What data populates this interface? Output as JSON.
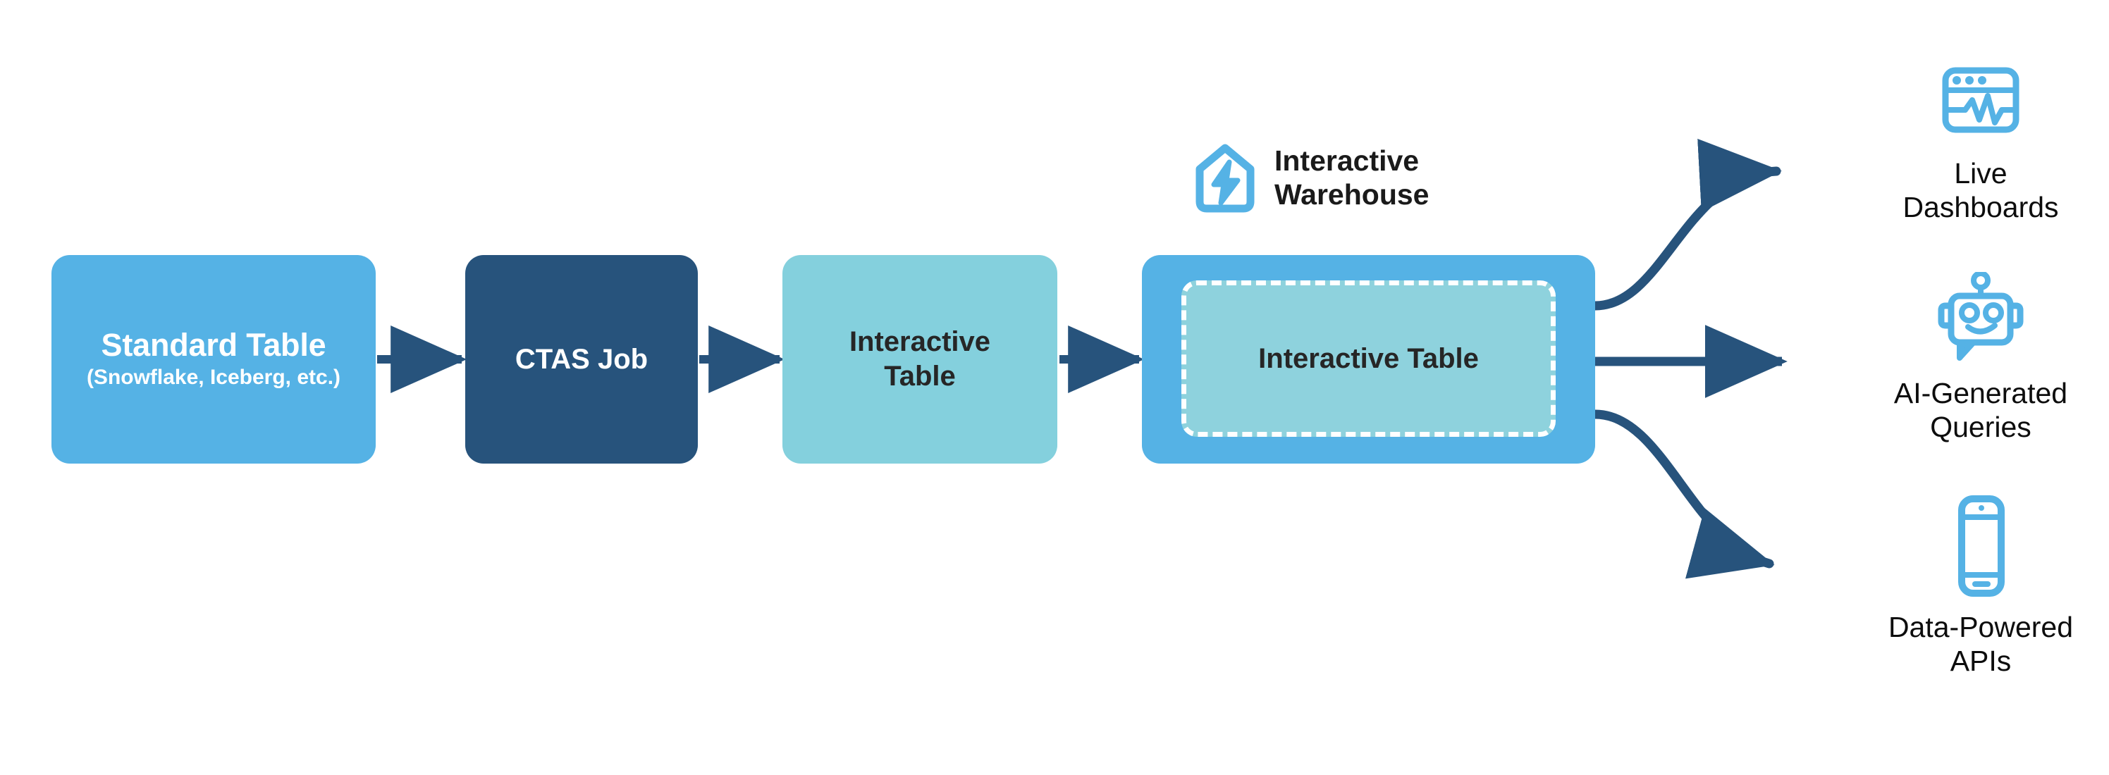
{
  "diagram": {
    "title": "Interactive Warehouse data flow",
    "colors": {
      "light_blue": "#55b2e5",
      "dark_navy": "#27537c",
      "teal": "#84d0dd",
      "teal_inner": "#8ed2dd",
      "arrow": "#27537c",
      "text_dark": "#1a1a1a",
      "text_white": "#ffffff",
      "background": "#ffffff"
    },
    "pipeline": [
      {
        "id": "standard-table",
        "title": "Standard Table",
        "subtitle": "(Snowflake, Iceberg, etc.)",
        "fill": "#55b2e5",
        "text_color": "#ffffff"
      },
      {
        "id": "ctas-job",
        "title": "CTAS Job",
        "subtitle": "",
        "fill": "#27537c",
        "text_color": "#ffffff"
      },
      {
        "id": "interactive-table",
        "title": "Interactive\nTable",
        "subtitle": "",
        "fill": "#84d0dd",
        "text_color": "#262626"
      }
    ],
    "warehouse": {
      "label": "Interactive\nWarehouse",
      "icon": "warehouse-bolt-icon",
      "icon_color": "#55b2e5",
      "inner_table_label": "Interactive Table",
      "outer_fill": "#55b2e5",
      "inner_fill": "#8ed2dd",
      "inner_border_style": "dashed",
      "inner_border_color": "#ffffff"
    },
    "outputs": [
      {
        "id": "live-dashboards",
        "label": "Live\nDashboards",
        "icon": "dashboard-window-icon",
        "icon_color": "#55b2e5"
      },
      {
        "id": "ai-generated-queries",
        "label": "AI-Generated\nQueries",
        "icon": "robot-chat-icon",
        "icon_color": "#55b2e5"
      },
      {
        "id": "data-powered-apis",
        "label": "Data-Powered\nAPIs",
        "icon": "mobile-phone-icon",
        "icon_color": "#55b2e5"
      }
    ],
    "connectors": [
      {
        "id": "arrow-standard-to-ctas",
        "type": "straight",
        "from": "standard-table",
        "to": "ctas-job"
      },
      {
        "id": "arrow-ctas-to-itable",
        "type": "straight",
        "from": "ctas-job",
        "to": "interactive-table"
      },
      {
        "id": "arrow-itable-to-warehouse",
        "type": "straight",
        "from": "interactive-table",
        "to": "warehouse"
      },
      {
        "id": "arrow-warehouse-to-dashboards",
        "type": "curved-up",
        "from": "warehouse",
        "to": "live-dashboards"
      },
      {
        "id": "arrow-warehouse-to-ai",
        "type": "straight",
        "from": "warehouse",
        "to": "ai-generated-queries"
      },
      {
        "id": "arrow-warehouse-to-apis",
        "type": "curved-down",
        "from": "warehouse",
        "to": "data-powered-apis"
      }
    ]
  }
}
